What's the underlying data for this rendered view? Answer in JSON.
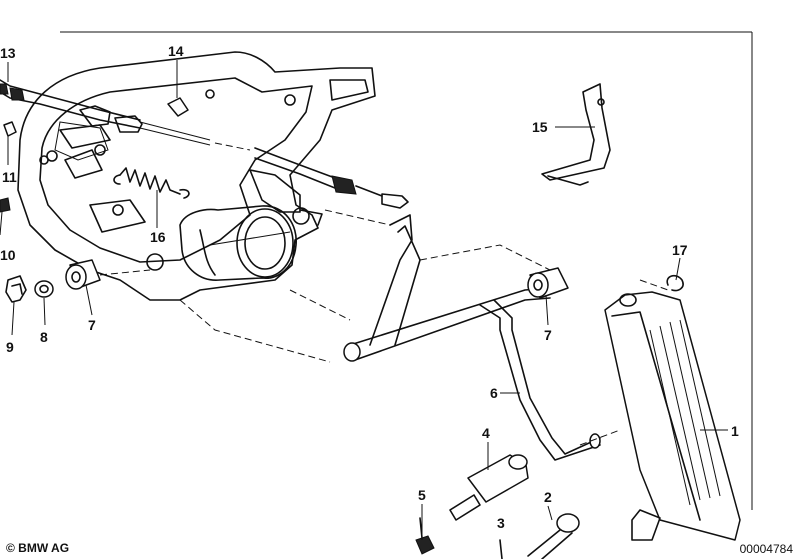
{
  "diagram": {
    "callouts": [
      "1",
      "2",
      "3",
      "4",
      "5",
      "6",
      "7",
      "7",
      "8",
      "9",
      "10",
      "11",
      "13",
      "14",
      "15",
      "16",
      "17"
    ]
  },
  "footer": {
    "copyright": "© BMW AG",
    "document_number": "00004784"
  }
}
